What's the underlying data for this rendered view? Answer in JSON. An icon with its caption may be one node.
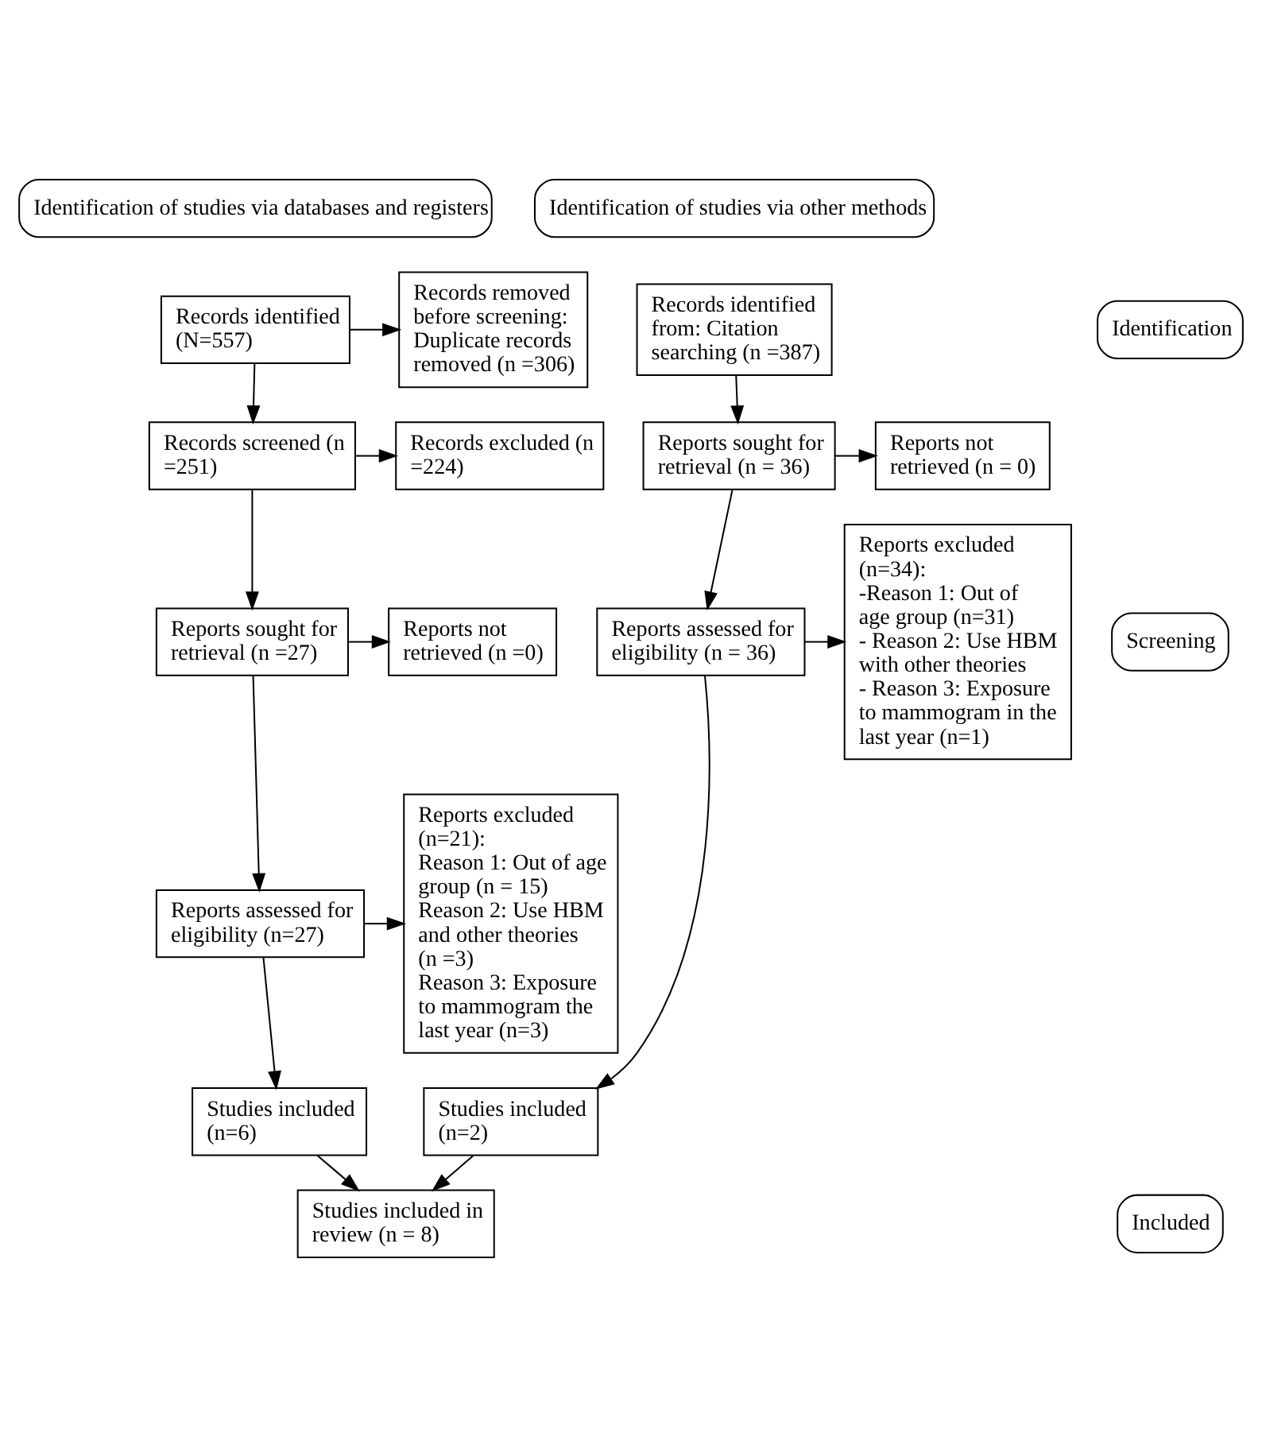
{
  "diagram": {
    "nodes": [
      {
        "text": [
          "Identification of studies via databases and registers"
        ]
      },
      {
        "text": [
          "Identification of studies via other methods"
        ]
      },
      {
        "text": [
          "Identification"
        ]
      },
      {
        "text": [
          "Screening"
        ]
      },
      {
        "text": [
          "Included"
        ]
      },
      {
        "text": [
          "Records identified (N=557)"
        ]
      },
      {
        "text": [
          "Records removed before screening: Duplicate records removed (n =306)"
        ]
      },
      {
        "text": [
          "Records identified from: Citation searching (n =387)"
        ]
      },
      {
        "text": [
          "Records screened (n =251)"
        ]
      },
      {
        "text": [
          "Records excluded (n =224)"
        ]
      },
      {
        "text": [
          "Reports sought for retrieval (n =27)"
        ]
      },
      {
        "text": [
          "Reports not retrieved (n =0)"
        ]
      },
      {
        "text": [
          "Reports assessed for eligibility (n=27)"
        ]
      },
      {
        "text": [
          "Reports excluded (n=21):",
          "Reason 1: Out of age group (n = 15)",
          "Reason 2: Use HBM and other theories (n =3)",
          "Reason 3: Exposure to mammogram the last year (n=3)"
        ]
      },
      {
        "text": [
          "Studies included (n=6)"
        ]
      },
      {
        "text": [
          "Studies included in review (n = 8)"
        ]
      },
      {
        "text": [
          "Reports sought for retrieval (n = 36)"
        ]
      },
      {
        "text": [
          "Reports not retrieved (n = 0)"
        ]
      },
      {
        "text": [
          "Reports assessed for eligibility (n = 36)"
        ]
      },
      {
        "text": [
          "Reports excluded (n=34):",
          "-Reason 1: Out of age group (n=31)",
          "- Reason 2: Use HBM with other theories",
          "- Reason 3: Exposure to mammogram in the last year (n=1)"
        ]
      },
      {
        "text": [
          "Studies included (n=2)"
        ]
      }
    ],
    "edges": [
      {
        "from": 5,
        "to": 6,
        "arrow": "to"
      },
      {
        "from": 5,
        "to": 8,
        "arrow": "to"
      },
      {
        "from": 8,
        "to": 9,
        "arrow": "to"
      },
      {
        "from": 8,
        "to": 10,
        "arrow": "to"
      },
      {
        "from": 10,
        "to": 11,
        "arrow": "to"
      },
      {
        "from": 10,
        "to": 12,
        "arrow": "to"
      },
      {
        "from": 12,
        "to": 13,
        "arrow": "to"
      },
      {
        "from": 12,
        "to": 14,
        "arrow": "to"
      },
      {
        "from": 14,
        "to": 15,
        "arrow": "to"
      },
      {
        "from": 7,
        "to": 16,
        "arrow": "to"
      },
      {
        "from": 16,
        "to": 17,
        "arrow": "to"
      },
      {
        "from": 16,
        "to": 18,
        "arrow": "to"
      },
      {
        "from": 18,
        "to": 19,
        "arrow": "to"
      },
      {
        "from": 18,
        "to": 20,
        "arrow": "to"
      },
      {
        "from": 20,
        "to": 15,
        "arrow": "to"
      }
    ]
  }
}
